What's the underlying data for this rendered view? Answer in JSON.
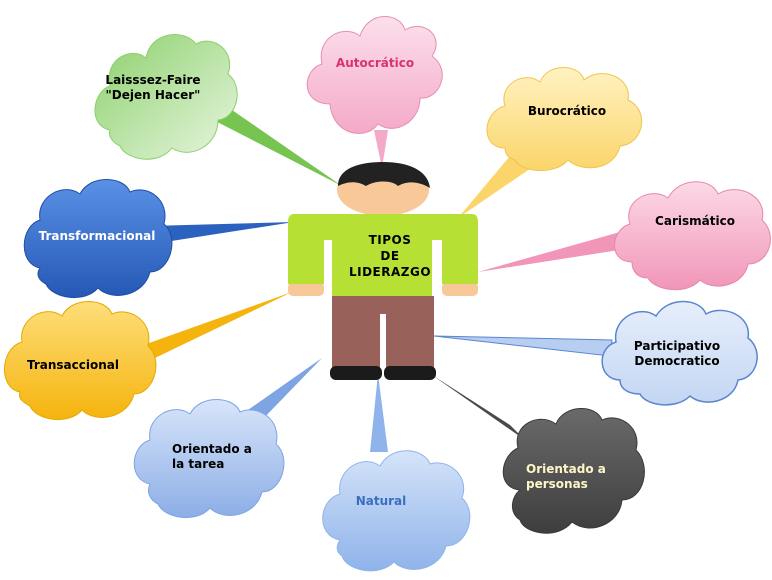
{
  "center": {
    "title": "TIPOS\nDE\nLIDERAZGO"
  },
  "clouds": [
    {
      "id": "autocratico",
      "label": "Autocrático",
      "color": "#f9c9dc",
      "text_color": "#d7336f"
    },
    {
      "id": "burocratico",
      "label": "Burocrático",
      "color": "#fde79a",
      "text_color": "#000000"
    },
    {
      "id": "carismatico",
      "label": "Carismático",
      "color": "#f6b8cf",
      "text_color": "#000000"
    },
    {
      "id": "participativo",
      "label": "Participativo\nDemocratico",
      "color": "#d3e1f7",
      "text_color": "#000000"
    },
    {
      "id": "orientado-personas",
      "label": "Orientado a\npersonas",
      "color": "#555555",
      "text_color": "#fff6c8"
    },
    {
      "id": "natural",
      "label": "Natural",
      "color": "#b9d2f4",
      "text_color": "#3a6fbf"
    },
    {
      "id": "orientado-tarea",
      "label": "Orientado a\nla tarea",
      "color": "#b7cff4",
      "text_color": "#000000"
    },
    {
      "id": "transaccional",
      "label": "Transaccional",
      "color": "#fcc522",
      "text_color": "#000000"
    },
    {
      "id": "transformacional",
      "label": "Transformacional",
      "color": "#3a76d4",
      "text_color": "#ffffff"
    },
    {
      "id": "laissez-faire",
      "label": "Laisssez-Faire\n\"Dejen Hacer\"",
      "color": "#a6dc8d",
      "text_color": "#000000"
    }
  ]
}
